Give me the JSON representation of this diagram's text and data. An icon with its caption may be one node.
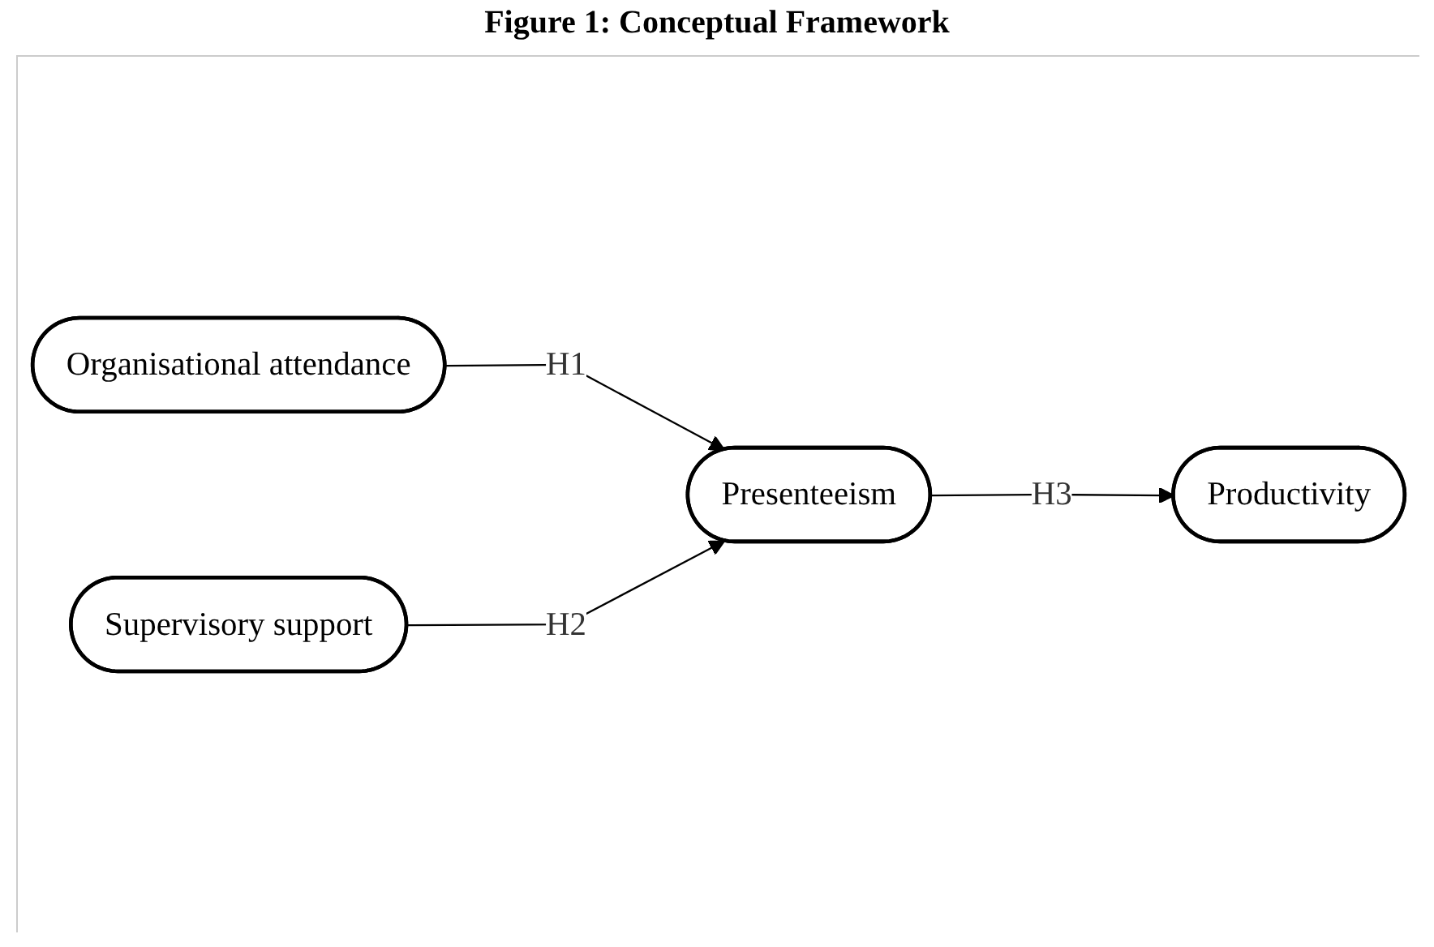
{
  "diagram": {
    "title": "Figure 1: Conceptual Framework",
    "nodes": [
      {
        "text": [
          "Organisational attendance"
        ]
      },
      {
        "text": [
          "Supervisory support"
        ]
      },
      {
        "text": [
          "Presenteeism"
        ]
      },
      {
        "text": [
          "Productivity"
        ]
      }
    ],
    "edges": [
      {
        "from": 0,
        "to": 2,
        "arrow": "to",
        "label": "H1"
      },
      {
        "from": 1,
        "to": 2,
        "arrow": "to",
        "label": "H2"
      },
      {
        "from": 2,
        "to": 3,
        "arrow": "to",
        "label": "H3"
      }
    ]
  }
}
